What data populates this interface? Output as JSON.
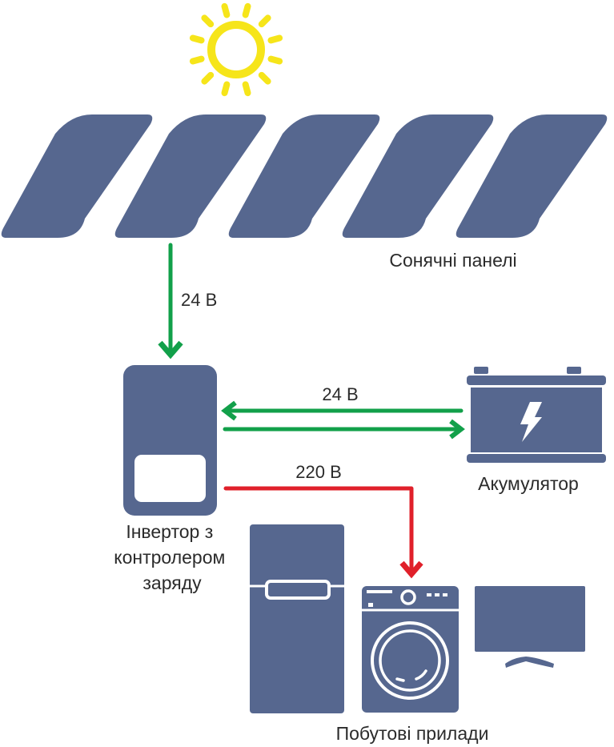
{
  "colors": {
    "device": "#56678f",
    "sun": "#f6e51a",
    "dc_arrow": "#12a04a",
    "ac_arrow": "#e0202a",
    "text": "#2b2b2b",
    "background": "#ffffff"
  },
  "sun": {
    "icon": "sun-icon"
  },
  "solar_panels": {
    "count": 5,
    "label": "Сонячні панелі",
    "icon": "solar-panel-icon"
  },
  "links": {
    "panels_to_inverter": {
      "label": "24 В",
      "direction": "down"
    },
    "inverter_battery": {
      "label": "24 В",
      "direction": "bidirectional"
    },
    "inverter_to_appliances": {
      "label": "220 В",
      "direction": "right-then-down"
    }
  },
  "inverter": {
    "label_lines": [
      "Інвертор з",
      "контролером",
      "заряду"
    ],
    "icon": "inverter-icon"
  },
  "battery": {
    "label": "Акумулятор",
    "icon": "battery-icon",
    "symbol": "lightning-bolt-icon"
  },
  "appliances": {
    "label": "Побутові прилади",
    "items": [
      {
        "name": "refrigerator",
        "icon": "refrigerator-icon"
      },
      {
        "name": "washing-machine",
        "icon": "washing-machine-icon"
      },
      {
        "name": "television",
        "icon": "tv-icon"
      }
    ]
  }
}
